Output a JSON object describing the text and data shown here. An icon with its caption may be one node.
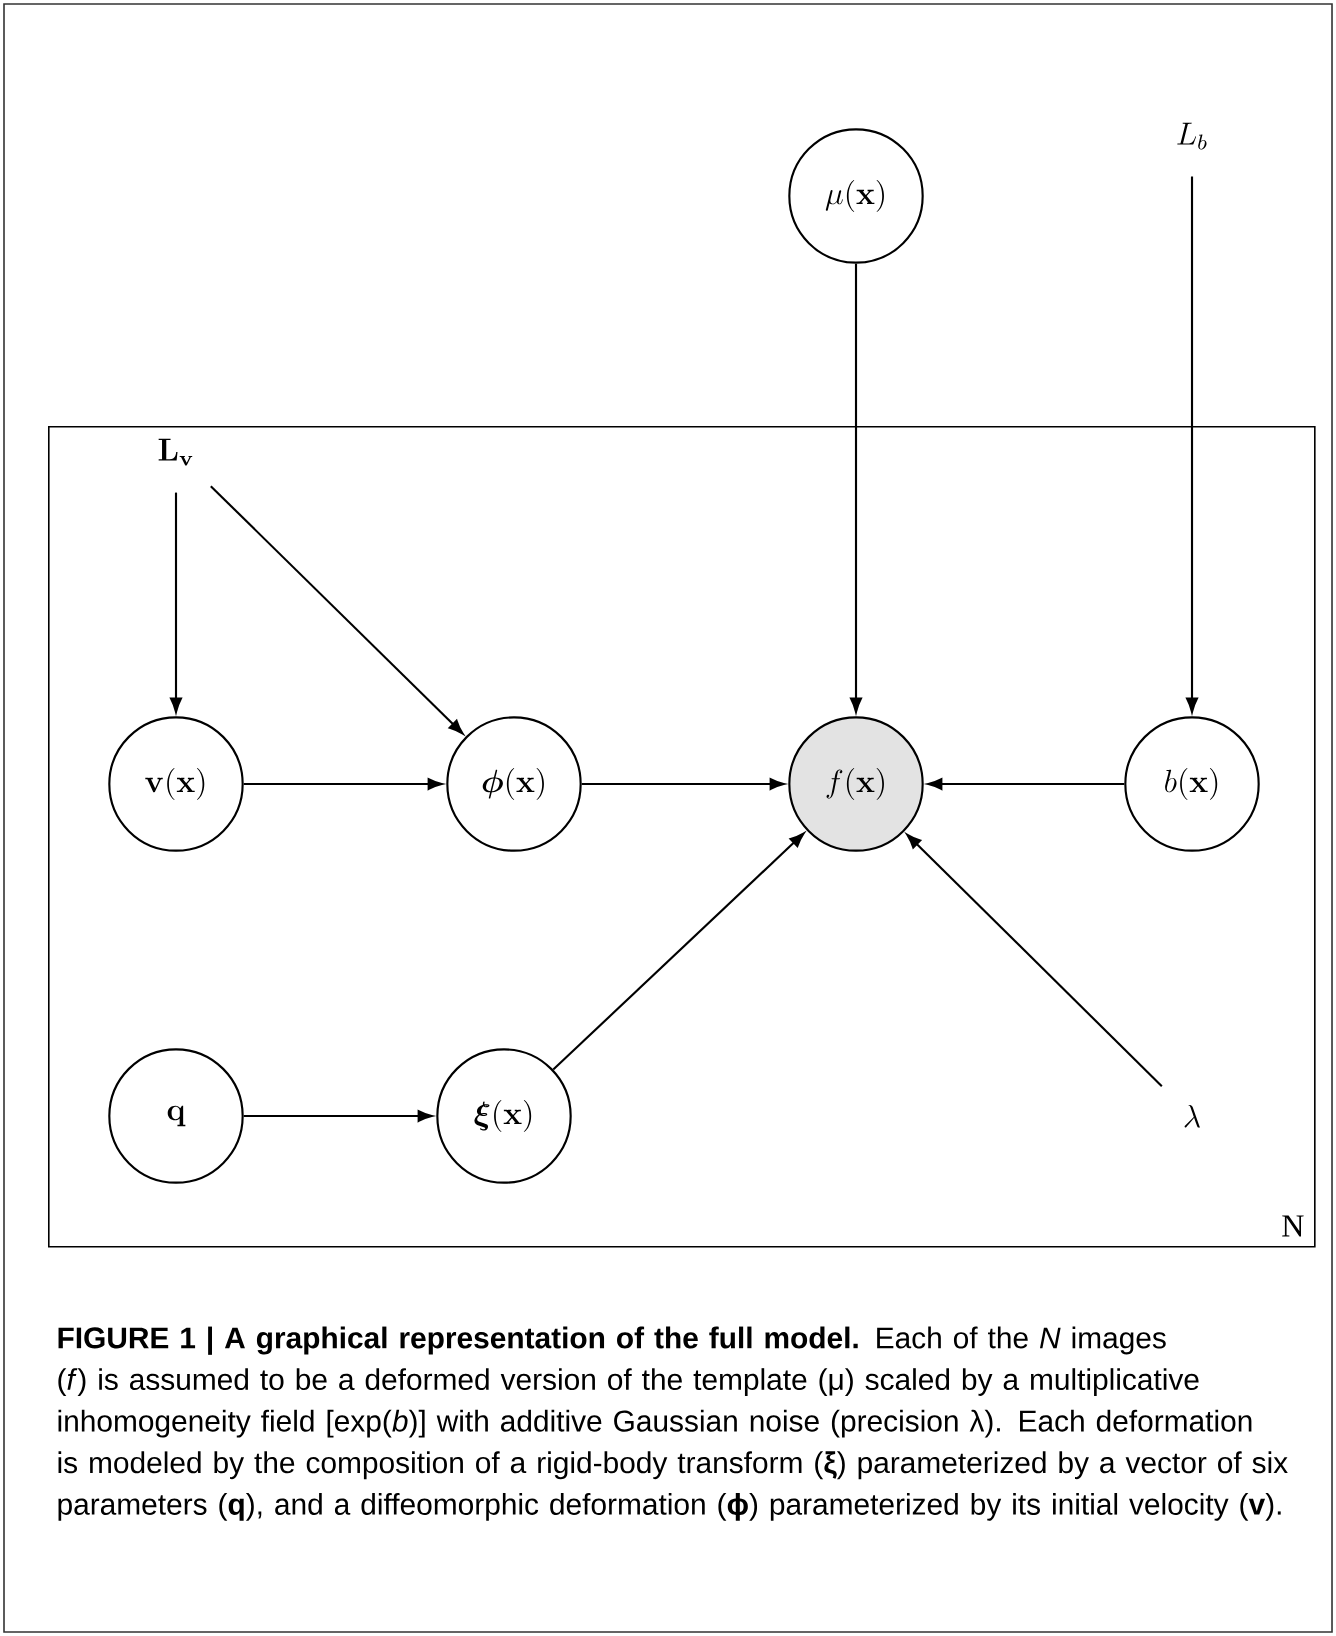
{
  "diagram": {
    "title": "FIGURE 1 | A graphical representation of the full model.",
    "caption": "Each of the *N* images (*f*) is assumed to be a deformed version of the template (μ) scaled by a multiplicative inhomogeneity field [exp(*b*)] with additive Gaussian noise (precision λ). Each deformation is modeled by the composition of a rigid-body transform (**ξ**) parameterized by a vector of six parameters (**q**), and a diffeomorphic deformation (**ϕ**) parameterized by its initial velocity (**v**).",
    "nodes": [
      {
        "text": [
          "N"
        ]
      },
      {
        "text": [
          "\\mu(\\mathbf{x})"
        ]
      },
      {
        "text": [
          "L_b"
        ]
      },
      {
        "text": [
          "\\mathbf{L_v}"
        ],
        "in": 0
      },
      {
        "text": [
          "\\mathbf{v}(\\mathbf{x})"
        ],
        "in": 0
      },
      {
        "text": [
          "\\boldsymbol{\\phi}(\\mathbf{x})"
        ],
        "in": 0
      },
      {
        "text": [
          "f(\\mathbf{x})"
        ],
        "in": 0
      },
      {
        "text": [
          "b(\\mathbf{x})"
        ],
        "in": 0
      },
      {
        "text": [
          "\\mathbf{q}"
        ],
        "in": 0
      },
      {
        "text": [
          "\\boldsymbol{\\xi}(\\mathbf{x})"
        ],
        "in": 0
      },
      {
        "text": [
          "\\lambda"
        ],
        "in": 0
      }
    ],
    "edges": [
      {
        "from": 1,
        "to": 6,
        "arrow": "to"
      },
      {
        "from": 2,
        "to": 7,
        "arrow": "to"
      },
      {
        "from": 3,
        "to": 4,
        "arrow": "to"
      },
      {
        "from": 3,
        "to": 5,
        "arrow": "to"
      },
      {
        "from": 4,
        "to": 5,
        "arrow": "to"
      },
      {
        "from": 5,
        "to": 6,
        "arrow": "to"
      },
      {
        "from": 7,
        "to": 6,
        "arrow": "to"
      },
      {
        "from": 8,
        "to": 9,
        "arrow": "to"
      },
      {
        "from": 9,
        "to": 6,
        "arrow": "to"
      },
      {
        "from": 10,
        "to": 6,
        "arrow": "to"
      }
    ]
  }
}
